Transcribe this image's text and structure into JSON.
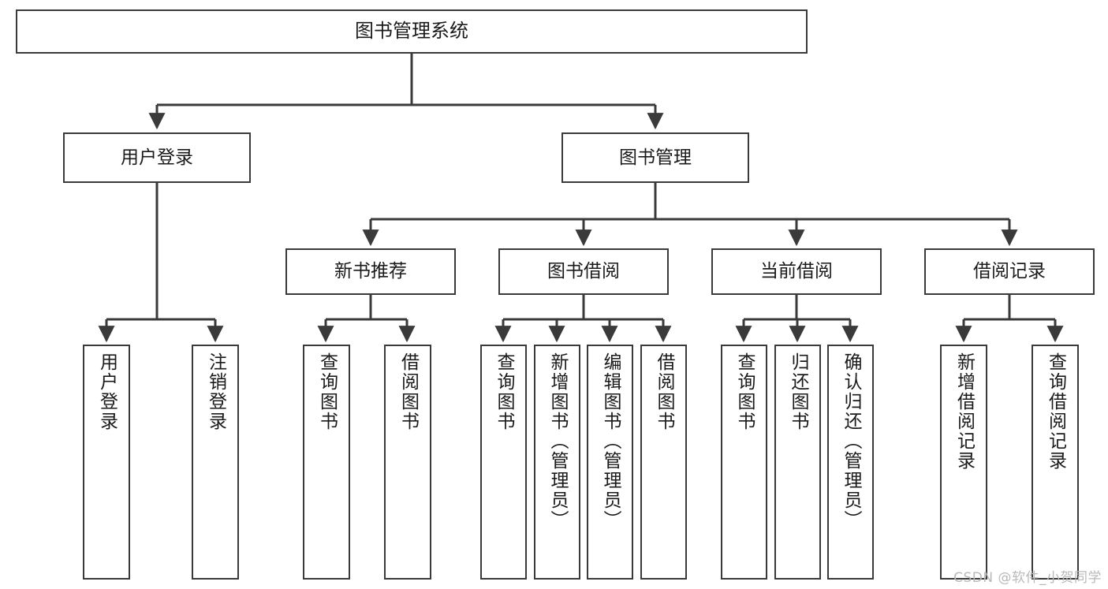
{
  "diagram": {
    "title": "图书管理系统",
    "type": "tree-hierarchy-chart",
    "colors": {
      "box_border": "#3a3a3a",
      "box_fill": "#ffffff",
      "connector": "#3a3a3a",
      "text": "#1a1a1a",
      "watermark": "#b9b9b9",
      "background": "#ffffff"
    },
    "root": {
      "id": "root",
      "label": "图书管理系统"
    },
    "level2": [
      {
        "id": "n-user-login",
        "label": "用户登录"
      },
      {
        "id": "n-book-mgmt",
        "label": "图书管理"
      }
    ],
    "level3": [
      {
        "id": "n-new-book-rec",
        "label": "新书推荐"
      },
      {
        "id": "n-book-borrow",
        "label": "图书借阅"
      },
      {
        "id": "n-current-borrow",
        "label": "当前借阅"
      },
      {
        "id": "n-borrow-record",
        "label": "借阅记录"
      }
    ],
    "leaves": [
      {
        "id": "leaf-user-login",
        "label": "用户登录",
        "parent": "n-user-login"
      },
      {
        "id": "leaf-user-logout",
        "label": "注销登录",
        "parent": "n-user-login"
      },
      {
        "id": "leaf-rec-query-book",
        "label": "查询图书",
        "parent": "n-new-book-rec"
      },
      {
        "id": "leaf-rec-borrow-book",
        "label": "借阅图书",
        "parent": "n-new-book-rec"
      },
      {
        "id": "leaf-bb-query-book",
        "label": "查询图书",
        "parent": "n-book-borrow"
      },
      {
        "id": "leaf-bb-add-book",
        "label": "新增图书（管理员）",
        "parent": "n-book-borrow"
      },
      {
        "id": "leaf-bb-edit-book",
        "label": "编辑图书（管理员）",
        "parent": "n-book-borrow"
      },
      {
        "id": "leaf-bb-borrow-book",
        "label": "借阅图书",
        "parent": "n-book-borrow"
      },
      {
        "id": "leaf-cb-query-book",
        "label": "查询图书",
        "parent": "n-current-borrow"
      },
      {
        "id": "leaf-cb-return-book",
        "label": "归还图书",
        "parent": "n-current-borrow"
      },
      {
        "id": "leaf-cb-confirm-return",
        "label": "确认归还（管理员）",
        "parent": "n-current-borrow"
      },
      {
        "id": "leaf-br-add-record",
        "label": "新增借阅记录",
        "parent": "n-borrow-record"
      },
      {
        "id": "leaf-br-query-record",
        "label": "查询借阅记录",
        "parent": "n-borrow-record"
      }
    ]
  },
  "watermark": {
    "text": "CSDN @软件_小贺同学"
  }
}
